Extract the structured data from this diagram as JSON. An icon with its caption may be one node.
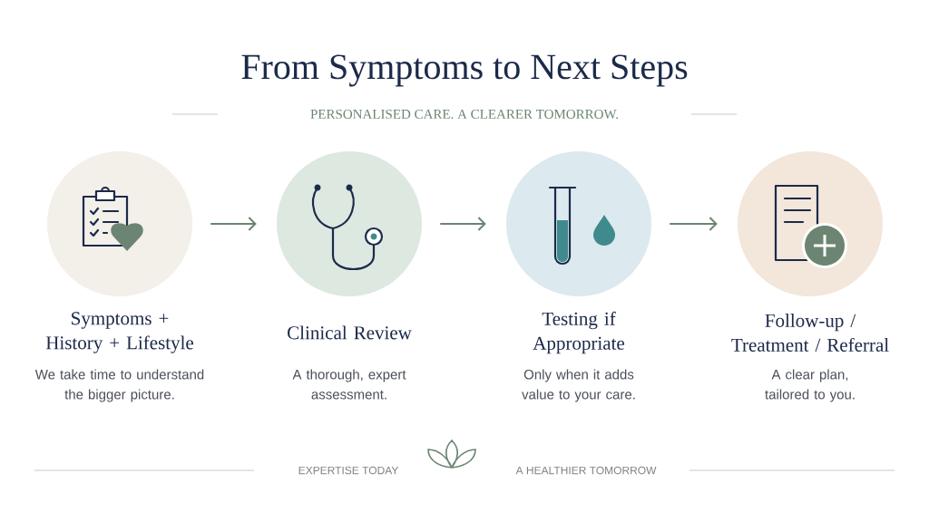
{
  "diagram": {
    "title": "From Symptoms to Next Steps",
    "nodes": [
      {
        "text": [
          "Symptoms + History + Lifestyle",
          "We take time to understand the bigger picture."
        ]
      },
      {
        "text": [
          "Clinical Review",
          "A thorough, expert assessment."
        ]
      },
      {
        "text": [
          "Testing if Appropriate",
          "Only when it adds value to your care."
        ]
      },
      {
        "text": [
          "Follow-up / Treatment / Referral",
          "A clear plan, tailored to you."
        ]
      }
    ],
    "edges": [
      {
        "from": 0,
        "to": 1,
        "arrow": "to"
      },
      {
        "from": 1,
        "to": 2,
        "arrow": "to"
      },
      {
        "from": 2,
        "to": 3,
        "arrow": "to"
      }
    ],
    "labels": [
      "PERSONALISED CARE. A CLEARER TOMORROW.",
      "EXPERTISE TODAY",
      "A HEALTHIER TOMORROW"
    ]
  }
}
